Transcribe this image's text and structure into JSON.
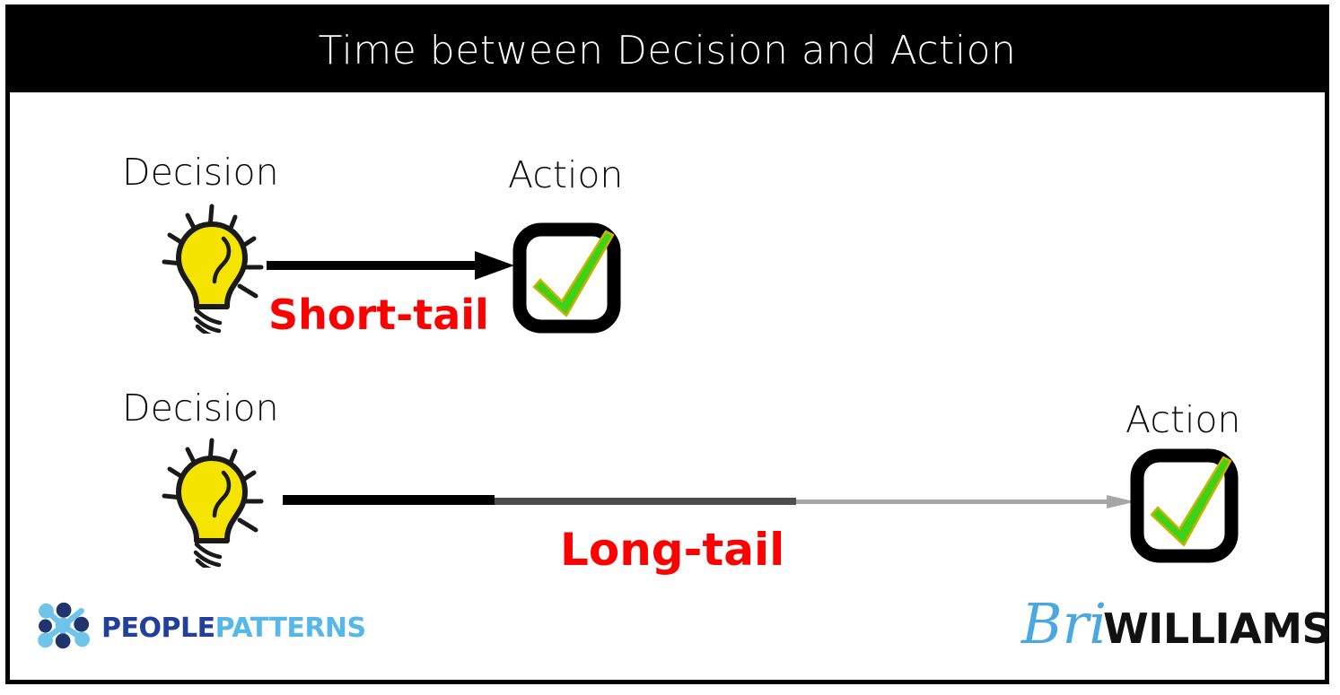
{
  "slide": {
    "title": "Time between Decision and Action",
    "background_color": "#ffffff",
    "banner_color": "#000000",
    "border_color": "#000000",
    "accent_color": "#ff0000"
  },
  "rows": [
    {
      "id": "short-tail-row",
      "decision_label": "Decision",
      "action_label": "Action",
      "tail_label": "Short-tail",
      "tail_label_color": "#ff0000",
      "arrow_segments": [
        {
          "color": "#000000",
          "thickness": "9px"
        }
      ]
    },
    {
      "id": "long-tail-row",
      "decision_label": "Decision",
      "action_label": "Action",
      "tail_label": "Long-tail",
      "tail_label_color": "#ff0000",
      "arrow_segments": [
        {
          "color": "#000000",
          "thickness": "9px"
        },
        {
          "color": "#4d4d4d",
          "thickness": "6px"
        },
        {
          "color": "#a6a6a6",
          "thickness": "4px"
        }
      ]
    }
  ],
  "icons": {
    "bulb_color": "#f5e400",
    "bulb_outline": "#1a1a1a",
    "check_color": "#3fd116",
    "check_edge": "#c8b400",
    "checkbox_outline": "#000000"
  },
  "logos": {
    "people_patterns": {
      "part_one": "PEOPLE",
      "part_two": "PATTERNS",
      "part_one_color": "#21409a",
      "part_two_color": "#56b8e8"
    },
    "bri_williams": {
      "script": "Bri",
      "surname": "WILLIAMS",
      "script_color": "#4aa8e0",
      "surname_color": "#111111"
    }
  }
}
